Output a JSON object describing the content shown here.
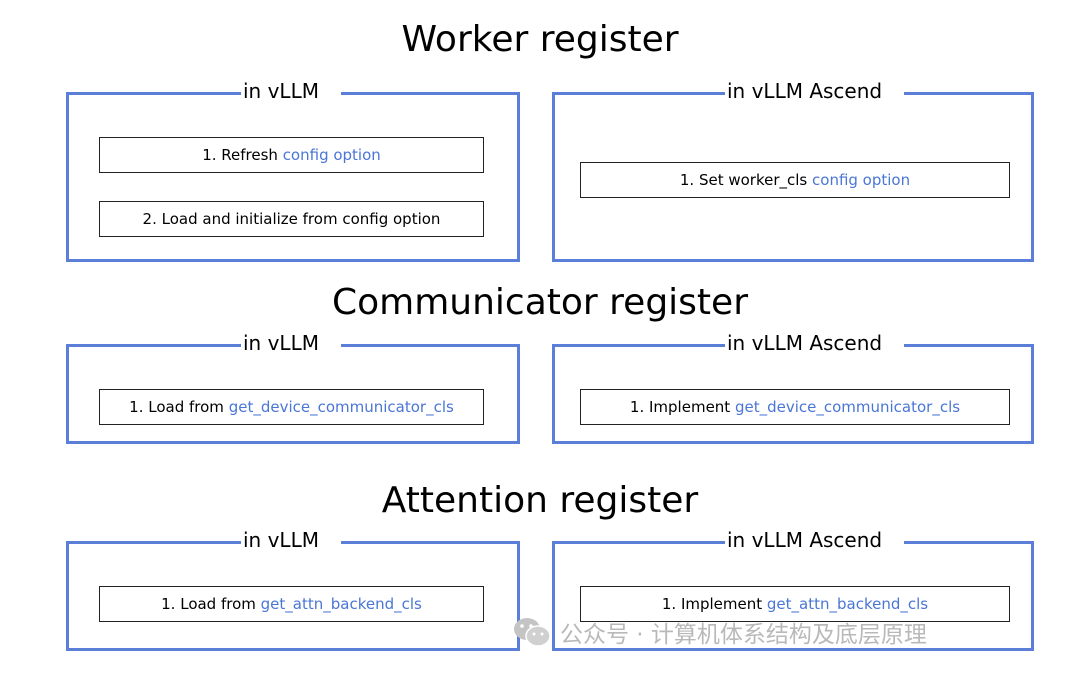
{
  "sections": [
    {
      "title": "Worker register",
      "vllm": {
        "label": "in vLLM",
        "steps": [
          {
            "prefix": "1. Refresh ",
            "highlight": "config option"
          },
          {
            "prefix": "2. Load and initialize from config option",
            "highlight": ""
          }
        ]
      },
      "ascend": {
        "label": "in vLLM Ascend",
        "steps": [
          {
            "prefix": "1. Set worker_cls ",
            "highlight": "config option"
          }
        ]
      }
    },
    {
      "title": "Communicator register",
      "vllm": {
        "label": "in vLLM",
        "steps": [
          {
            "prefix": "1. Load from ",
            "highlight": "get_device_communicator_cls"
          }
        ]
      },
      "ascend": {
        "label": "in vLLM Ascend",
        "steps": [
          {
            "prefix": "1. Implement ",
            "highlight": "get_device_communicator_cls"
          }
        ]
      }
    },
    {
      "title": "Attention register",
      "vllm": {
        "label": "in vLLM",
        "steps": [
          {
            "prefix": "1. Load from ",
            "highlight": "get_attn_backend_cls"
          }
        ]
      },
      "ascend": {
        "label": "in vLLM Ascend",
        "steps": [
          {
            "prefix": "1. Implement ",
            "highlight": "get_attn_backend_cls"
          }
        ]
      }
    }
  ],
  "watermark": {
    "text": "公众号 · 计算机体系结构及底层原理",
    "icon": "wechat-icon"
  },
  "colors": {
    "border": "#5b7fd8",
    "highlight": "#4a76d6",
    "watermark": "#b9b9b9"
  }
}
